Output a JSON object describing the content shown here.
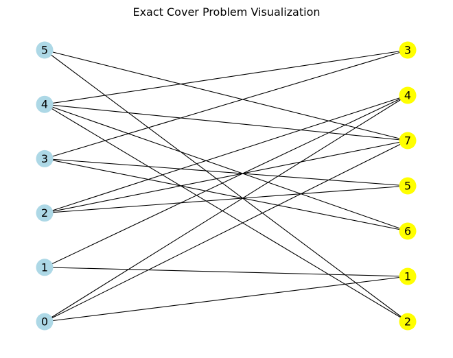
{
  "title": "Exact Cover Problem Visualization",
  "colors": {
    "left_node": "#add8e6",
    "right_node": "#ffff00",
    "edge": "#000000",
    "background": "#ffffff"
  },
  "left_nodes": [
    "5",
    "4",
    "3",
    "2",
    "1",
    "0"
  ],
  "right_nodes": [
    "3",
    "4",
    "7",
    "5",
    "6",
    "1",
    "2"
  ],
  "edges": [
    [
      "5",
      "7"
    ],
    [
      "5",
      "2"
    ],
    [
      "4",
      "3"
    ],
    [
      "4",
      "7"
    ],
    [
      "4",
      "6"
    ],
    [
      "4",
      "2"
    ],
    [
      "3",
      "3"
    ],
    [
      "3",
      "5"
    ],
    [
      "3",
      "6"
    ],
    [
      "2",
      "4"
    ],
    [
      "2",
      "7"
    ],
    [
      "2",
      "5"
    ],
    [
      "1",
      "4"
    ],
    [
      "1",
      "1"
    ],
    [
      "0",
      "4"
    ],
    [
      "0",
      "7"
    ],
    [
      "0",
      "1"
    ]
  ]
}
